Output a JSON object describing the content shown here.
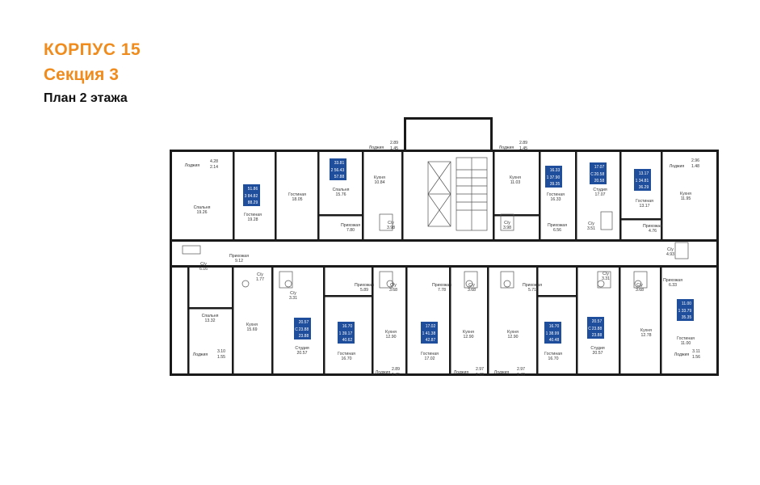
{
  "header": {
    "building": "КОРПУС 15",
    "section": "Секция 3",
    "floor_plan": "План 2 этажа"
  },
  "colors": {
    "accent": "#ef8c1d",
    "badge": "#1f4e9c",
    "wall": "#1a1a1a"
  },
  "rooms": [
    {
      "id": "r1",
      "name": "Лоджия",
      "value": ""
    },
    {
      "id": "r2",
      "name": "Спальня",
      "value": "19.26"
    },
    {
      "id": "r3",
      "name": "Гостиная",
      "value": "19.28"
    },
    {
      "id": "r4",
      "name": "Гостиная",
      "value": "18.05"
    },
    {
      "id": "r5",
      "name": "Спальня",
      "value": "15.76"
    },
    {
      "id": "r6",
      "name": "Лоджия",
      "value": ""
    },
    {
      "id": "r7",
      "name": "Кухня",
      "value": "10.84"
    },
    {
      "id": "r8",
      "name": "Прихожая",
      "value": "7.80"
    },
    {
      "id": "r9",
      "name": "С/у",
      "value": "3.98"
    },
    {
      "id": "r10",
      "name": "Прихожая",
      "value": "9.12"
    },
    {
      "id": "r11",
      "name": "С/у",
      "value": "6.16"
    },
    {
      "id": "r12",
      "name": "С/у",
      "value": "1.77"
    },
    {
      "id": "r13",
      "name": "С/у",
      "value": "3.31"
    },
    {
      "id": "r14",
      "name": "Спальня",
      "value": "13.32"
    },
    {
      "id": "r15",
      "name": "Кухня",
      "value": "15.69"
    },
    {
      "id": "r16",
      "name": "Студия",
      "value": "20.57"
    },
    {
      "id": "r17",
      "name": "Лоджия",
      "value": ""
    },
    {
      "id": "r18",
      "name": "Прихожая",
      "value": "5.89"
    },
    {
      "id": "r19",
      "name": "С/у",
      "value": "3.68"
    },
    {
      "id": "r20",
      "name": "Кухня",
      "value": "12.90"
    },
    {
      "id": "r21",
      "name": "Гостиная",
      "value": "16.70"
    },
    {
      "id": "r22",
      "name": "Прихожая",
      "value": "7.78"
    },
    {
      "id": "r23",
      "name": "Гостиная",
      "value": "17.02"
    },
    {
      "id": "r24",
      "name": "С/у",
      "value": "3.68"
    },
    {
      "id": "r25",
      "name": "Кухня",
      "value": "12.90"
    },
    {
      "id": "r26",
      "name": "Лоджия",
      "value": ""
    },
    {
      "id": "r27",
      "name": "Лоджия",
      "value": ""
    },
    {
      "id": "r28",
      "name": "Прихожая",
      "value": "5.71"
    },
    {
      "id": "r29",
      "name": "Кухня",
      "value": "12.90"
    },
    {
      "id": "r30",
      "name": "Гостиная",
      "value": "16.70"
    },
    {
      "id": "r31",
      "name": "С/у",
      "value": "3.31"
    },
    {
      "id": "r32",
      "name": "С/у",
      "value": "3.68"
    },
    {
      "id": "r33",
      "name": "Студия",
      "value": "20.57"
    },
    {
      "id": "r34",
      "name": "Кухня",
      "value": "12.78"
    },
    {
      "id": "r35",
      "name": "Прихожая",
      "value": "6.33"
    },
    {
      "id": "r36",
      "name": "Гостиная",
      "value": "11.00"
    },
    {
      "id": "r37",
      "name": "Лоджия",
      "value": ""
    },
    {
      "id": "r38",
      "name": "Лоджия",
      "value": ""
    },
    {
      "id": "r39",
      "name": "Кухня",
      "value": "11.03"
    },
    {
      "id": "r40",
      "name": "С/у",
      "value": "3.98"
    },
    {
      "id": "r41",
      "name": "Гостиная",
      "value": "16.33"
    },
    {
      "id": "r42",
      "name": "Прихожая",
      "value": "6.56"
    },
    {
      "id": "r43",
      "name": "Студия",
      "value": "17.07"
    },
    {
      "id": "r44",
      "name": "С/у",
      "value": "3.51"
    },
    {
      "id": "r45",
      "name": "Гостиная",
      "value": "13.17"
    },
    {
      "id": "r46",
      "name": "Прихожая",
      "value": "4.76"
    },
    {
      "id": "r47",
      "name": "Кухня",
      "value": "11.95"
    },
    {
      "id": "r48",
      "name": "С/у",
      "value": "4.93"
    },
    {
      "id": "r49",
      "name": "Лоджия",
      "value": ""
    },
    {
      "id": "r50",
      "name": "Лоджия",
      "value": ""
    }
  ],
  "loggias": [
    {
      "id": "lg1",
      "a": "4.28",
      "b": "2.14"
    },
    {
      "id": "lg2",
      "a": "2.89",
      "b": "1.45"
    },
    {
      "id": "lg3",
      "a": "2.89",
      "b": "1.45"
    },
    {
      "id": "lg4",
      "a": "2.96",
      "b": "1.48"
    },
    {
      "id": "lg5",
      "a": "3.10",
      "b": "1.55"
    },
    {
      "id": "lg6",
      "a": "2.89",
      "b": "1.45"
    },
    {
      "id": "lg7",
      "a": "2.97",
      "b": "1.49"
    },
    {
      "id": "lg8",
      "a": "2.97",
      "b": "1.49"
    },
    {
      "id": "lg9",
      "a": "3.11",
      "b": "1.56"
    }
  ],
  "apartments": [
    {
      "id": "a1",
      "rooms": "3",
      "lines": [
        "51.86",
        "84.82",
        "88.29"
      ]
    },
    {
      "id": "a2",
      "rooms": "2",
      "lines": [
        "33.81",
        "56.43",
        "57.88"
      ]
    },
    {
      "id": "a3",
      "rooms": "1",
      "lines": [
        "16.33",
        "37.90",
        "39.35"
      ]
    },
    {
      "id": "a4",
      "rooms": "С",
      "lines": [
        "17.07",
        "20.58",
        "20.58"
      ]
    },
    {
      "id": "a5",
      "rooms": "1",
      "lines": [
        "13.17",
        "34.81",
        "36.29"
      ]
    },
    {
      "id": "a6",
      "rooms": "С",
      "lines": [
        "20.57",
        "23.88",
        "23.88"
      ]
    },
    {
      "id": "a7",
      "rooms": "1",
      "lines": [
        "16.70",
        "39.17",
        "40.62"
      ]
    },
    {
      "id": "a8",
      "rooms": "1",
      "lines": [
        "17.02",
        "41.38",
        "42.87"
      ]
    },
    {
      "id": "a9",
      "rooms": "1",
      "lines": [
        "16.70",
        "38.99",
        "40.48"
      ]
    },
    {
      "id": "a10",
      "rooms": "С",
      "lines": [
        "20.57",
        "23.88",
        "23.88"
      ]
    },
    {
      "id": "a11",
      "rooms": "1",
      "lines": [
        "11.00",
        "33.79",
        "35.35"
      ]
    }
  ]
}
